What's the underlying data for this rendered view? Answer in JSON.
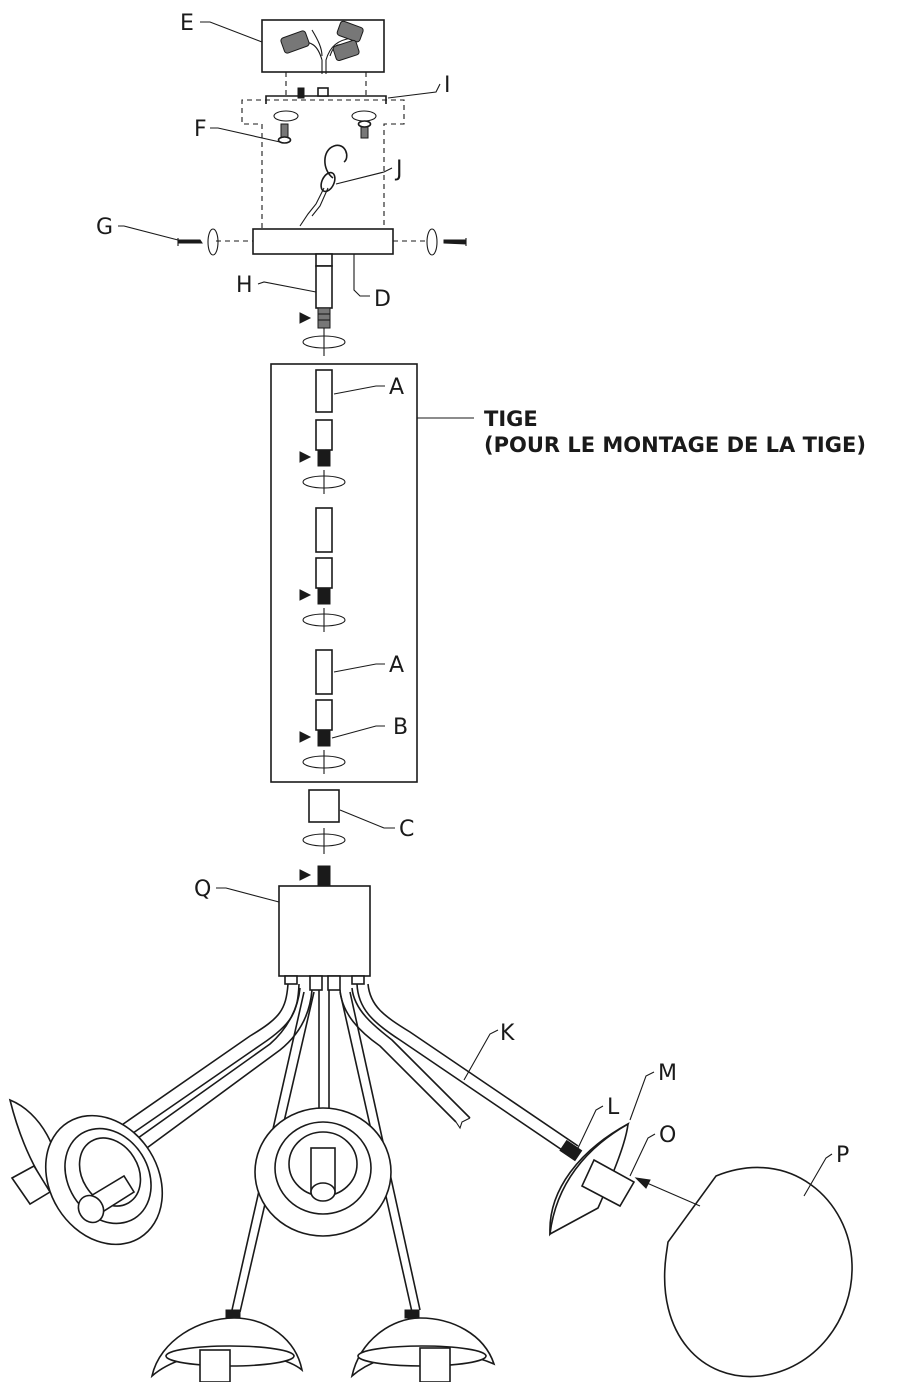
{
  "labels": {
    "A": "A",
    "B": "B",
    "C": "C",
    "D": "D",
    "E": "E",
    "F": "F",
    "G": "G",
    "H": "H",
    "I": "I",
    "J": "J",
    "K": "K",
    "L": "L",
    "M": "M",
    "O": "O",
    "P": "P",
    "Q": "Q"
  },
  "stem_title": {
    "line1": "TIGE",
    "line2": "(POUR LE MONTAGE DE LA TIGE)"
  },
  "colors": {
    "ink": "#1a1a1a",
    "paper": "#ffffff"
  }
}
